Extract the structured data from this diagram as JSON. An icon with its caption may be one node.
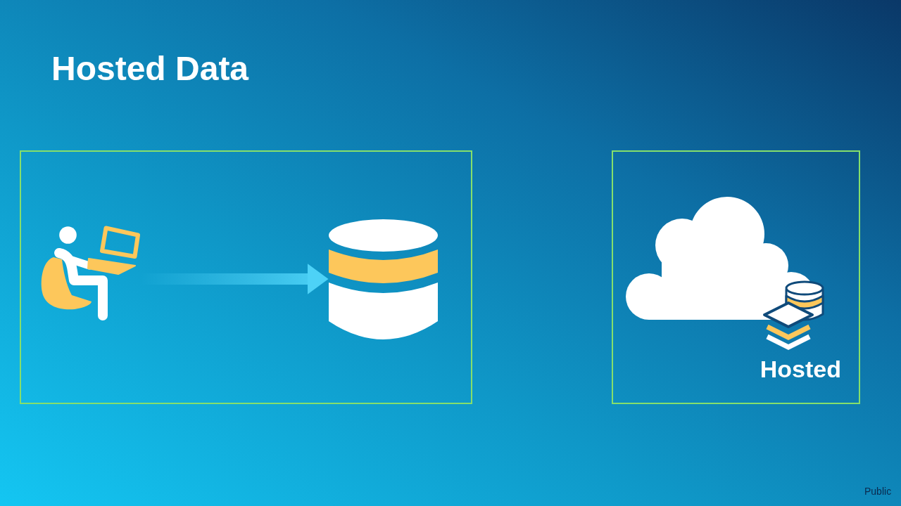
{
  "diagram": {
    "title": "Hosted Data",
    "nodes": [
      {
        "text": [],
        "shape": "box"
      },
      {
        "text": [],
        "shape": "person",
        "in": 0
      },
      {
        "text": [],
        "shape": "cylinder",
        "in": 0
      },
      {
        "text": [
          "Hosted"
        ]
      }
    ],
    "edges": [
      {
        "from": 1,
        "to": 2,
        "arrow": "to"
      }
    ],
    "labels": [
      "Public"
    ]
  }
}
